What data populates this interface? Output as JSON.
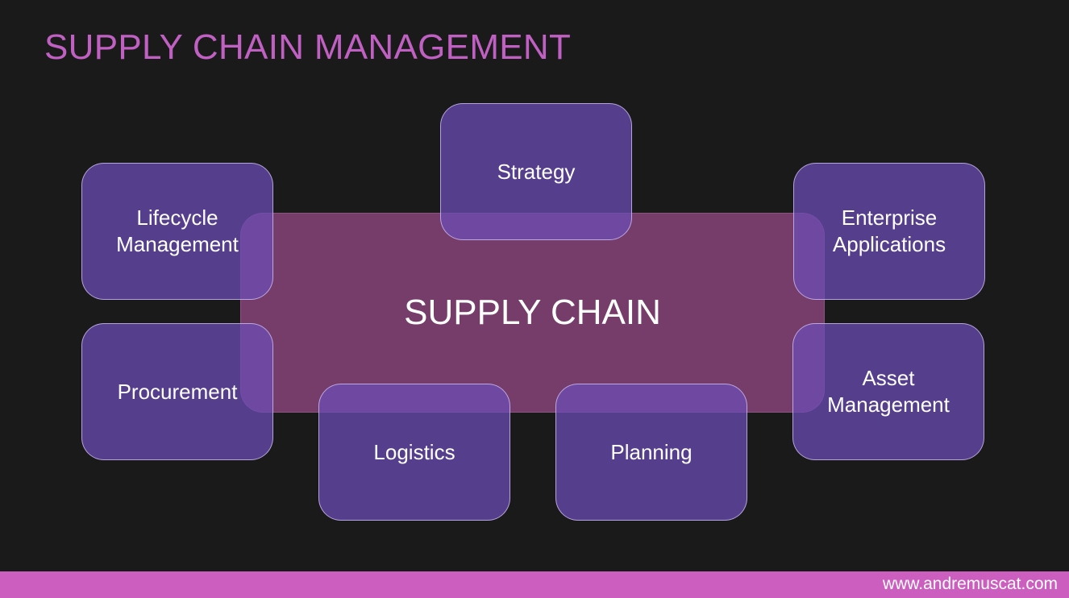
{
  "slide": {
    "title": "SUPPLY CHAIN MANAGEMENT"
  },
  "diagram": {
    "center_label": "SUPPLY CHAIN",
    "nodes": {
      "strategy": {
        "lines": [
          "Strategy"
        ]
      },
      "lifecycle": {
        "lines": [
          "Lifecycle",
          "Management"
        ]
      },
      "enterprise": {
        "lines": [
          "Enterprise",
          "Applications"
        ]
      },
      "procurement": {
        "lines": [
          "Procurement"
        ]
      },
      "asset": {
        "lines": [
          "Asset",
          "Management"
        ]
      },
      "logistics": {
        "lines": [
          "Logistics"
        ]
      },
      "planning": {
        "lines": [
          "Planning"
        ]
      }
    }
  },
  "footer": {
    "url": "www.andremuscat.com"
  },
  "colors": {
    "background": "#1a1a1a",
    "title": "#c160c3",
    "center_fill": "#763d6a",
    "node_fill": "#6c4cb9",
    "footer_bar": "#cb5ebf"
  }
}
